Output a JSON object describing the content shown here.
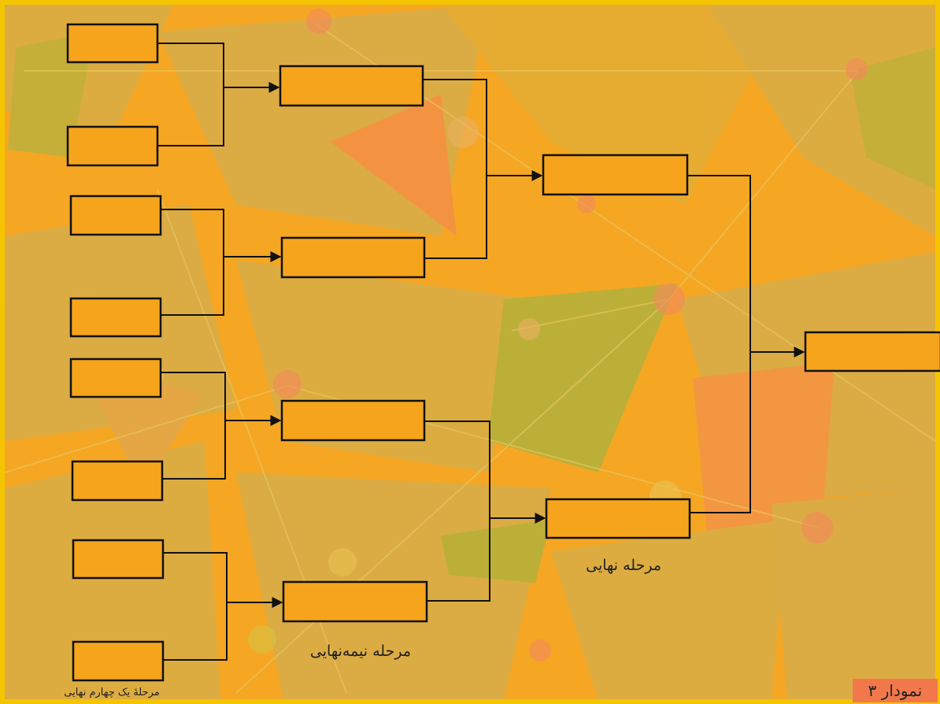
{
  "diagram": {
    "type": "tournament-bracket",
    "stage_labels": {
      "quarter_final": "مرحلۀ یک چهارم نهایی",
      "semi_final": "مرحله نیمه‌نهایی",
      "final": "مرحله نهایی"
    },
    "figure_tag": "نمودار ۳",
    "colors": {
      "background": "#f5a623",
      "frame": "#f5c400",
      "box_fill": "#f5a41c",
      "box_stroke": "#111111",
      "tag_fill": "#f2784b"
    },
    "rounds": [
      {
        "round": "quarter_final",
        "slots": 8
      },
      {
        "round": "semi_final",
        "slots": 4
      },
      {
        "round": "final",
        "slots": 2
      },
      {
        "round": "winner",
        "slots": 1
      }
    ]
  }
}
